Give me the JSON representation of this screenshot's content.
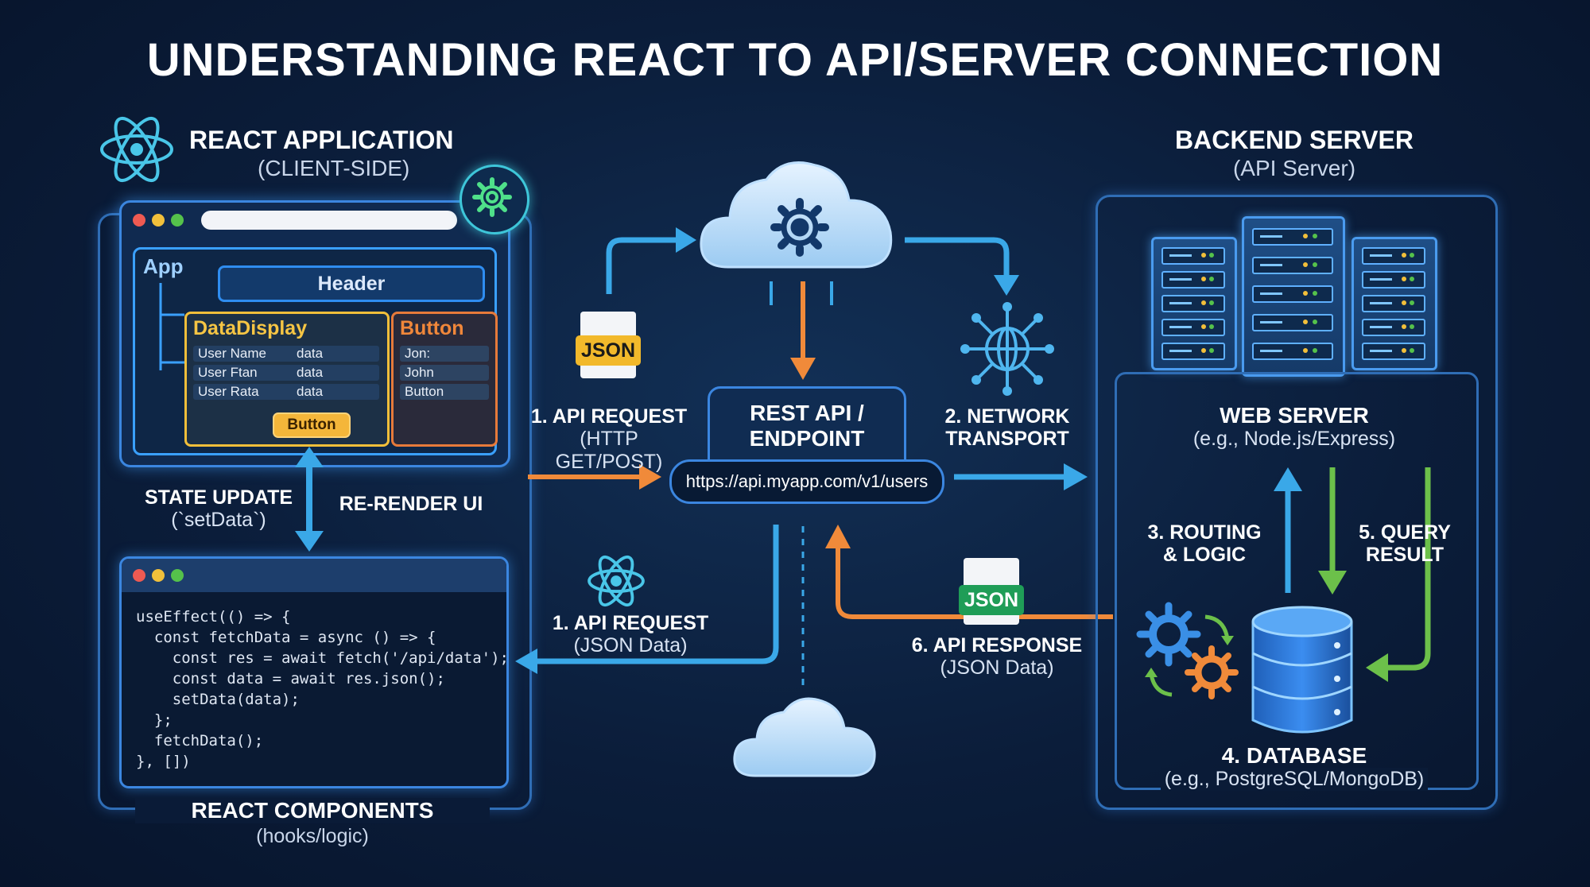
{
  "title": "UNDERSTANDING REACT TO API/SERVER CONNECTION",
  "client": {
    "heading": "REACT APPLICATION",
    "subheading": "(CLIENT-SIDE)",
    "app_label": "App",
    "header_label": "Header",
    "datadisplay": {
      "title": "DataDisplay",
      "rows": [
        {
          "name": "User Name",
          "value": "data"
        },
        {
          "name": "User Ftan",
          "value": "data"
        },
        {
          "name": "User Rata",
          "value": "data"
        }
      ],
      "button_label": "Button"
    },
    "button_panel": {
      "title": "Button",
      "rows": [
        "Jon:",
        "John",
        "Button"
      ]
    },
    "state_update": "STATE UPDATE",
    "state_update_code": "(`setData`)",
    "rerender": "RE-RENDER UI",
    "code": [
      "useEffect(() => {",
      "  const fetchData = async () => {",
      "    const res = await fetch('/api/data');",
      "    const data = await res.json();",
      "    setData(data);",
      "  };",
      "  fetchData();",
      "}, [])"
    ],
    "components_heading": "REACT COMPONENTS",
    "components_sub": "(hooks/logic)"
  },
  "center": {
    "json_tag": "JSON",
    "request_top_label": "1. API REQUEST",
    "request_top_sub": "(HTTP GET/POST)",
    "rest_title_line1": "REST API /",
    "rest_title_line2": "ENDPOINT",
    "endpoint_url": "https://api.myapp.com/v1/users",
    "network_label_line1": "2. NETWORK",
    "network_label_line2": "TRANSPORT",
    "request_bottom_label": "1. API REQUEST",
    "request_bottom_sub": "(JSON Data)",
    "response_label": "6. API RESPONSE",
    "response_sub": "(JSON Data)"
  },
  "backend": {
    "heading": "BACKEND SERVER",
    "subheading": "(API Server)",
    "web_server": "WEB SERVER",
    "web_server_sub": "(e.g., Node.js/Express)",
    "routing_line1": "3. ROUTING",
    "routing_line2": "& LOGIC",
    "query_line1": "5. QUERY",
    "query_line2": "RESULT",
    "database": "4. DATABASE",
    "database_sub": "(e.g., PostgreSQL/MongoDB)"
  },
  "colors": {
    "background": "#0b1d3a",
    "blue_arrow": "#3aa8e8",
    "orange_arrow": "#f08a3a",
    "green_arrow": "#6cc04a",
    "datadisplay_accent": "#f2bf3a",
    "button_accent": "#e77a3a"
  }
}
